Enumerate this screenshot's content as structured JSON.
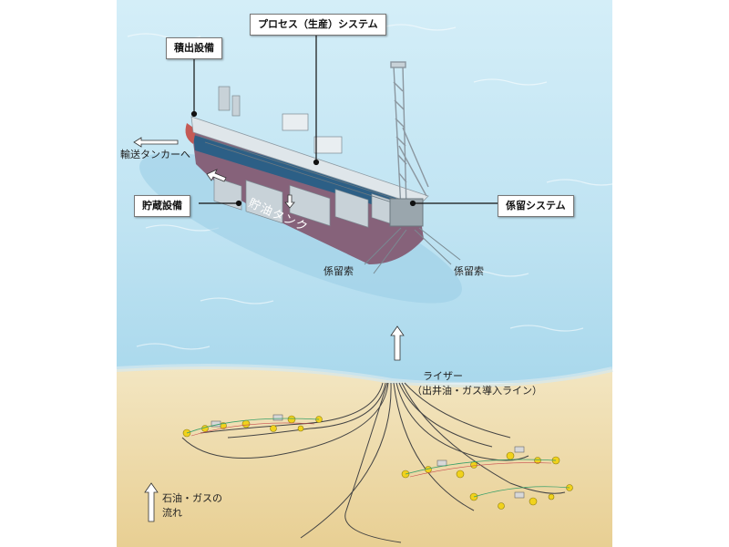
{
  "labels": {
    "process_system": "プロセス（生産）システム",
    "offloading": "積出設備",
    "storage": "貯蔵設備",
    "mooring_system": "係留システム",
    "to_tanker": "輸送タンカーへ",
    "mooring_line_left": "係留索",
    "mooring_line_right": "係留索",
    "riser_line1": "ライザー",
    "riser_line2": "（出井油・ガス導入ライン）",
    "flow_line1": "石油・ガスの",
    "flow_line2": "流れ",
    "hull_text": "貯油タンク"
  },
  "colors": {
    "sea": "#bfe3f2",
    "sea_deep": "#9fd3ea",
    "seabed": "#efd9a6",
    "hull": "#86627a",
    "deck": "#dfe6ea",
    "hull_stripe": "#2c5f86",
    "equipment": "#f1d21c",
    "pipe": "#555555"
  }
}
